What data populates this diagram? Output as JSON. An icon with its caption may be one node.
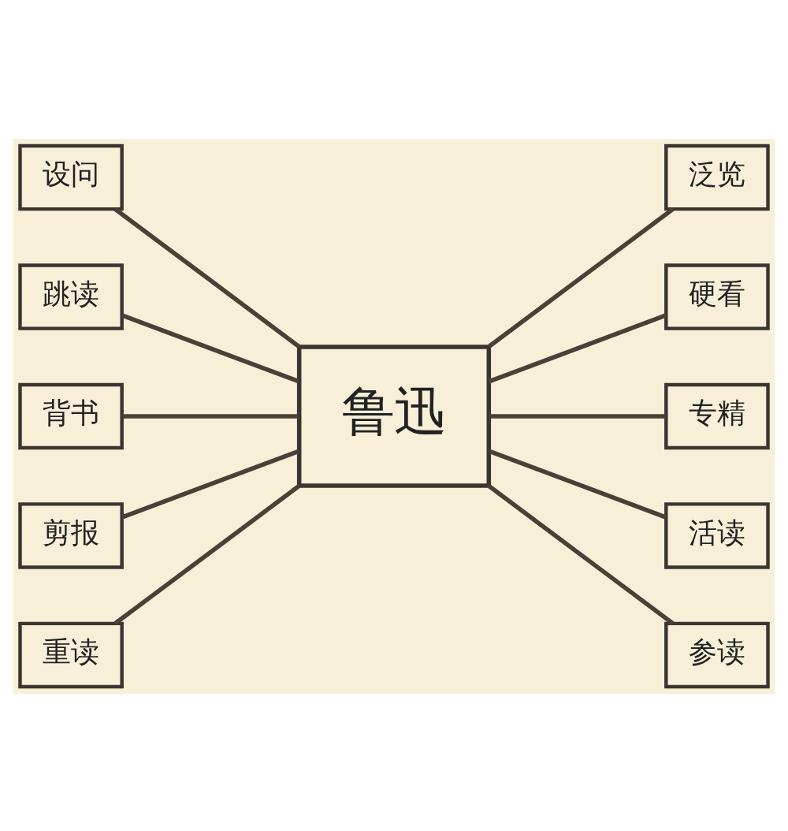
{
  "diagram": {
    "nodes": [
      {
        "text": [
          "鲁迅"
        ]
      },
      {
        "text": [
          "设问"
        ]
      },
      {
        "text": [
          "跳读"
        ]
      },
      {
        "text": [
          "背书"
        ]
      },
      {
        "text": [
          "剪报"
        ]
      },
      {
        "text": [
          "重读"
        ]
      },
      {
        "text": [
          "泛览"
        ]
      },
      {
        "text": [
          "硬看"
        ]
      },
      {
        "text": [
          "专精"
        ]
      },
      {
        "text": [
          "活读"
        ]
      },
      {
        "text": [
          "参读"
        ]
      }
    ],
    "edges": [
      {
        "from": 1,
        "to": 0,
        "arrow": "none"
      },
      {
        "from": 2,
        "to": 0,
        "arrow": "none"
      },
      {
        "from": 3,
        "to": 0,
        "arrow": "none"
      },
      {
        "from": 4,
        "to": 0,
        "arrow": "none"
      },
      {
        "from": 5,
        "to": 0,
        "arrow": "none"
      },
      {
        "from": 0,
        "to": 6,
        "arrow": "none"
      },
      {
        "from": 0,
        "to": 7,
        "arrow": "none"
      },
      {
        "from": 0,
        "to": 8,
        "arrow": "none"
      },
      {
        "from": 0,
        "to": 9,
        "arrow": "none"
      },
      {
        "from": 0,
        "to": 10,
        "arrow": "none"
      }
    ]
  }
}
